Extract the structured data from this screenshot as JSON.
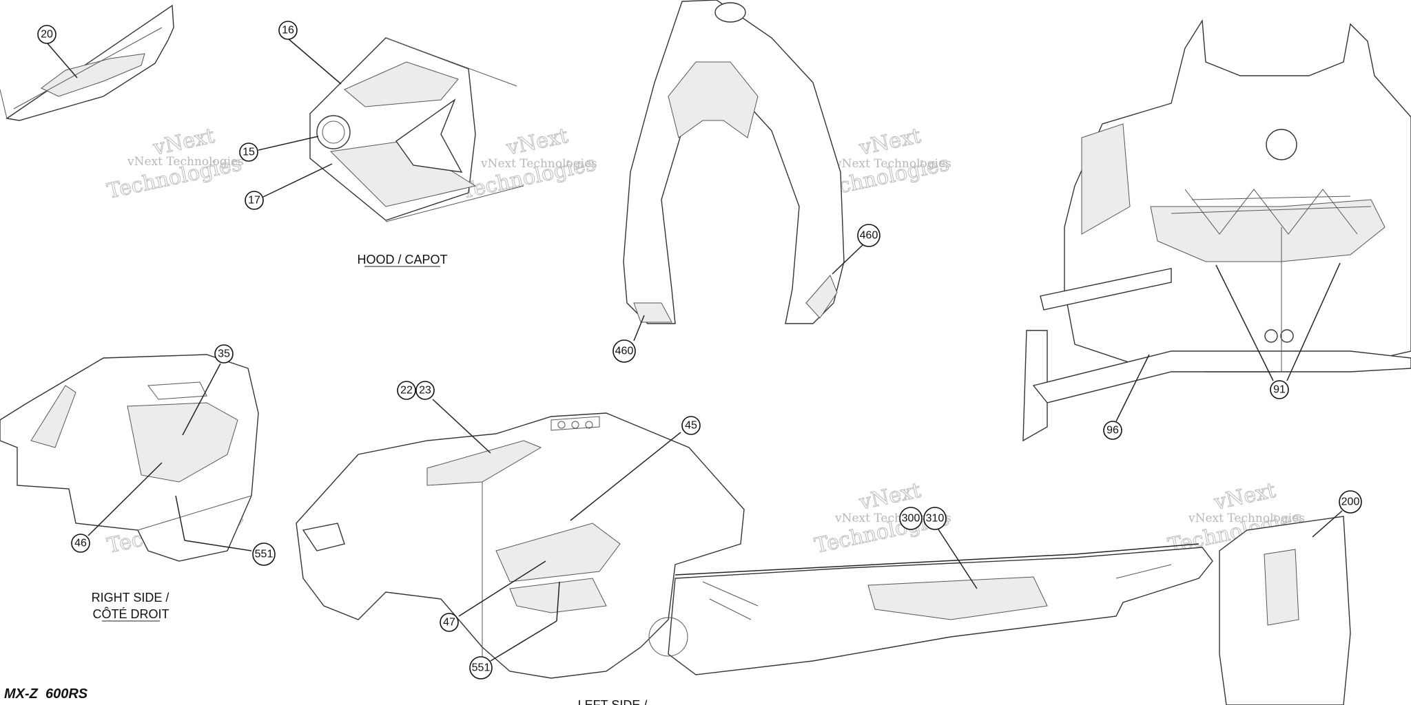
{
  "model_label": "MX-Z  600RS",
  "section_labels": {
    "hood": "HOOD / CAPOT",
    "right_side_1": "RIGHT SIDE /",
    "right_side_2": "CÔTÉ DROIT",
    "left_side_1": "LEFT SIDE /"
  },
  "watermark": {
    "line1": "vNext Technologies",
    "line2": "vNext",
    "line3": "Technologies"
  },
  "callouts": [
    "20",
    "16",
    "15",
    "17",
    "460",
    "460",
    "35",
    "46",
    "551",
    "22",
    "23",
    "45",
    "47",
    "551",
    "300",
    "310",
    "91",
    "96",
    "200"
  ]
}
